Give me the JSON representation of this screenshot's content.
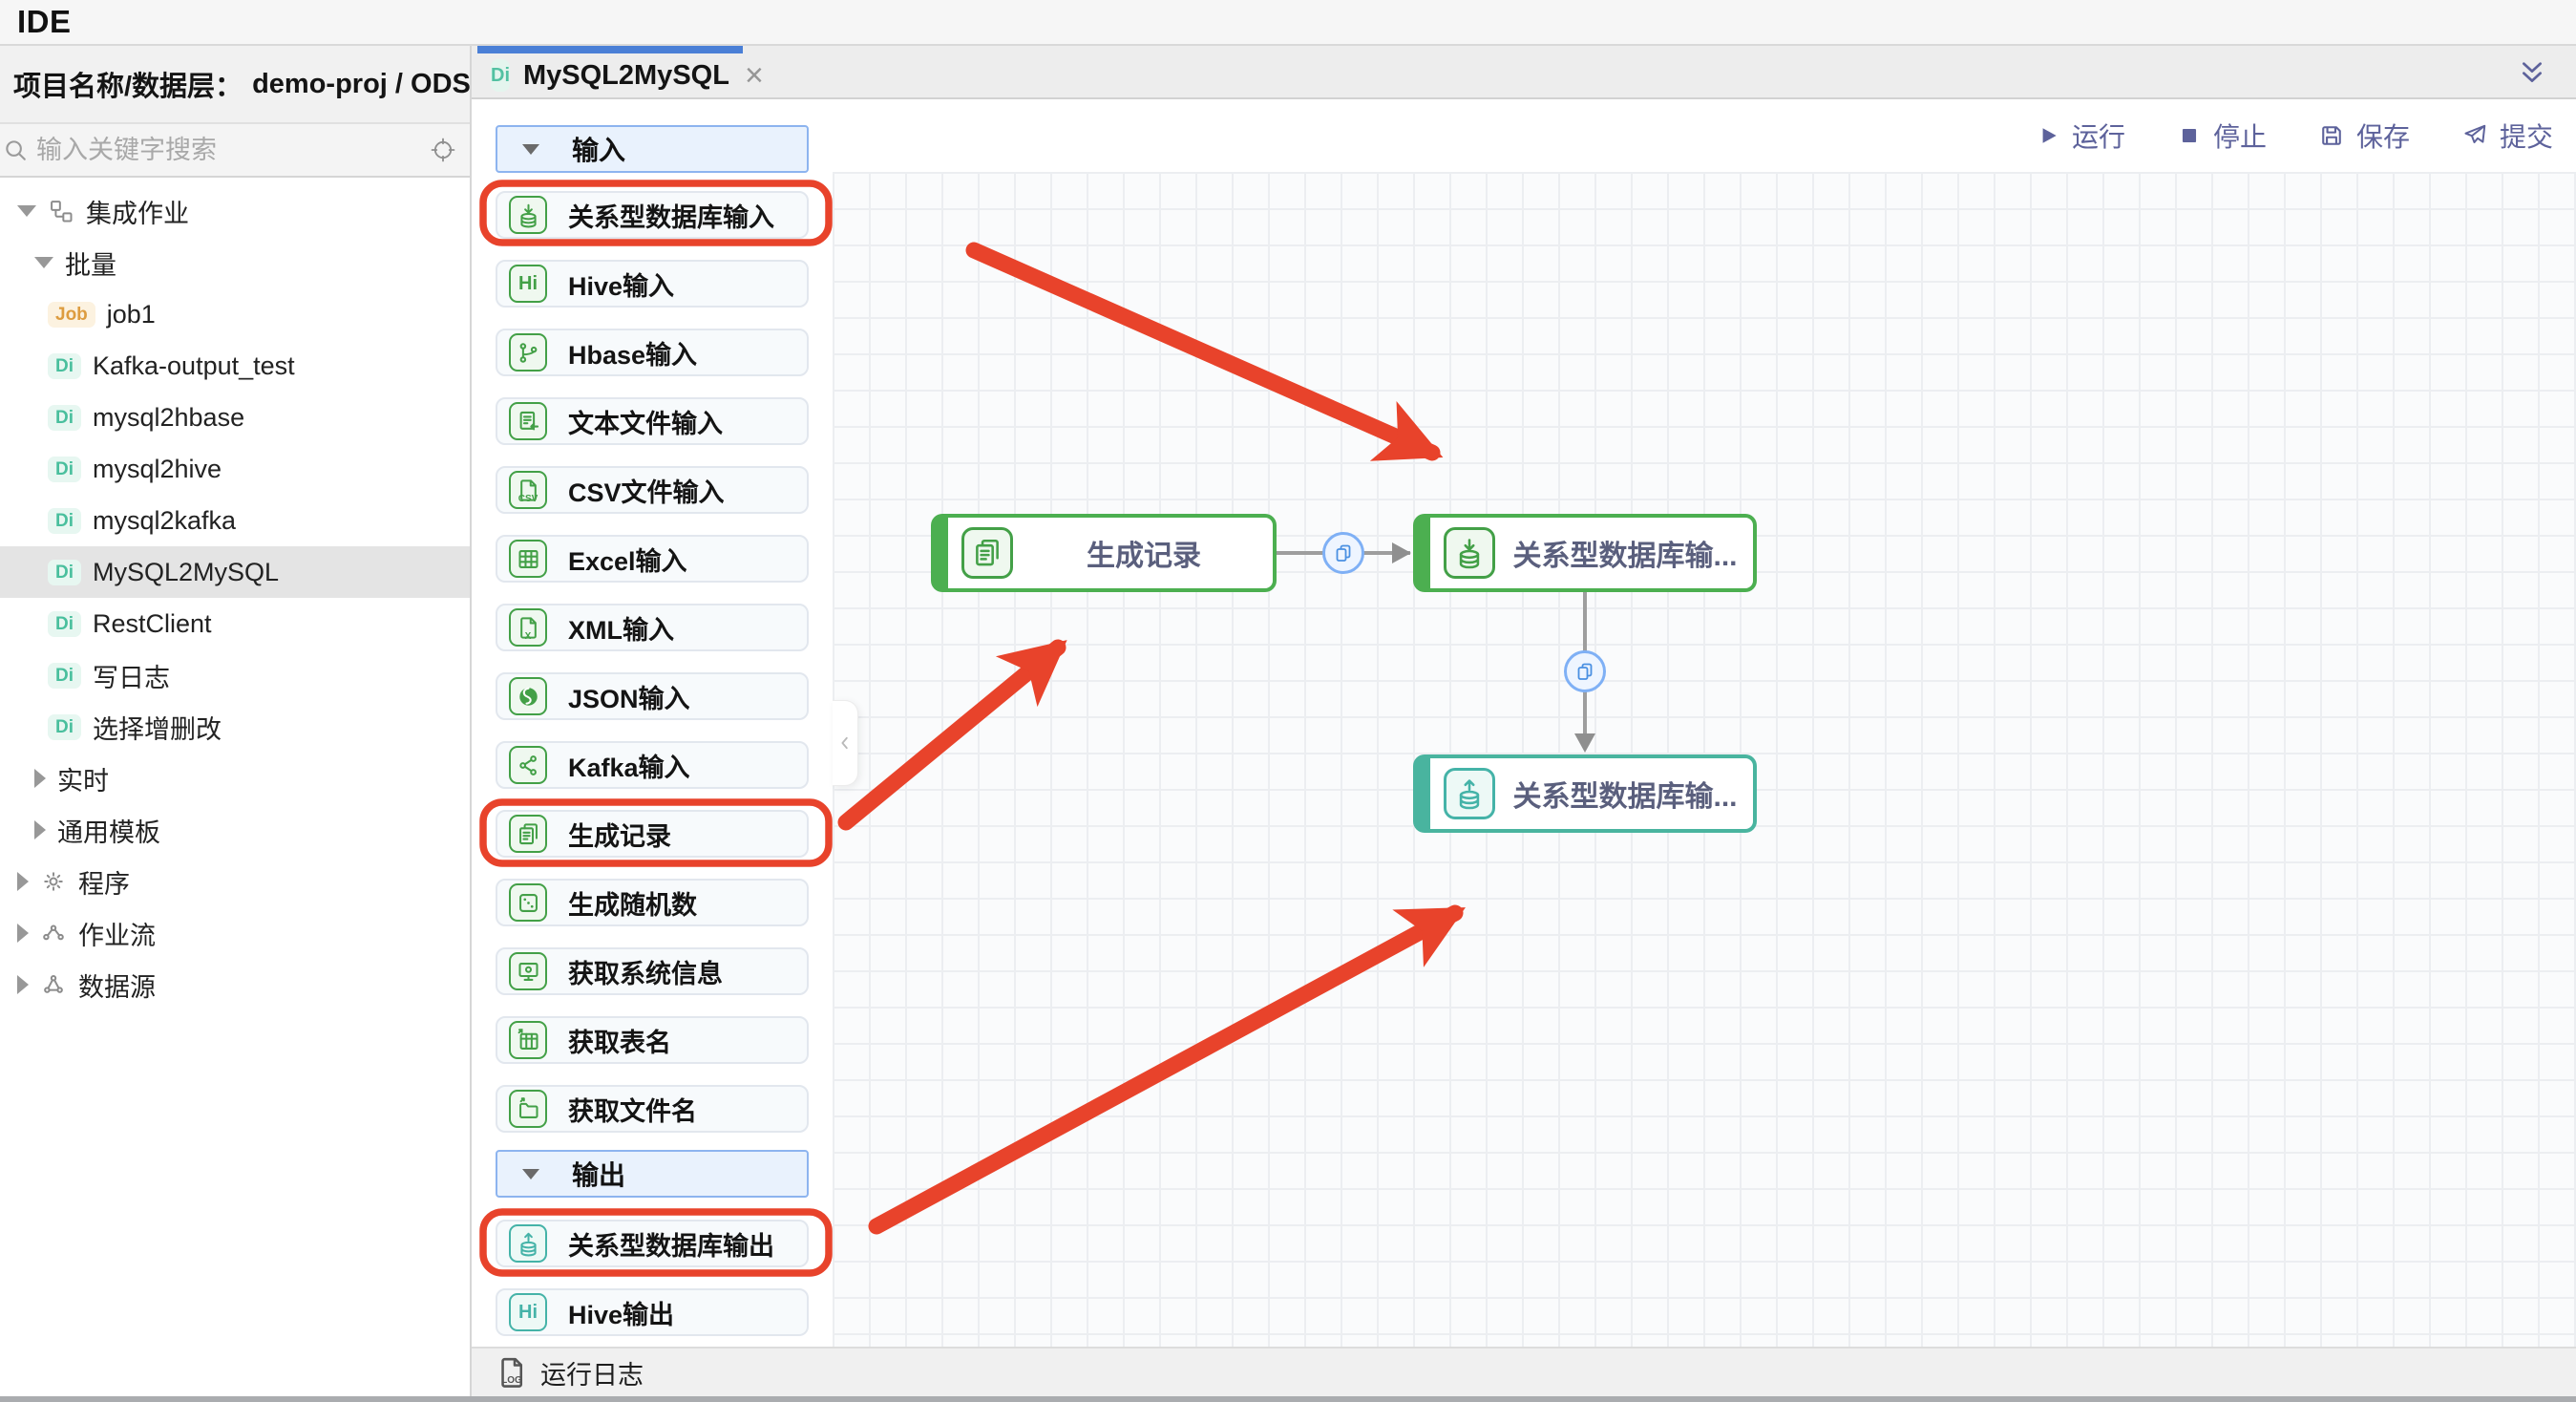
{
  "app": {
    "title": "IDE"
  },
  "sidebar": {
    "header_label": "项目名称/数据层：",
    "header_value": "demo-proj / ODS",
    "search_placeholder": "输入关键字搜索",
    "tree": [
      {
        "label": "集成作业"
      },
      {
        "label": "批量"
      },
      {
        "label": "job1",
        "badge": "Job"
      },
      {
        "label": "Kafka-output_test",
        "badge": "Di"
      },
      {
        "label": "mysql2hbase",
        "badge": "Di"
      },
      {
        "label": "mysql2hive",
        "badge": "Di"
      },
      {
        "label": "mysql2kafka",
        "badge": "Di"
      },
      {
        "label": "MySQL2MySQL",
        "badge": "Di"
      },
      {
        "label": "RestClient",
        "badge": "Di"
      },
      {
        "label": "写日志",
        "badge": "Di"
      },
      {
        "label": "选择增删改",
        "badge": "Di"
      },
      {
        "label": "实时"
      },
      {
        "label": "通用模板"
      },
      {
        "label": "程序"
      },
      {
        "label": "作业流"
      },
      {
        "label": "数据源"
      }
    ]
  },
  "tab": {
    "badge": "Di",
    "label": "MySQL2MySQL",
    "close": "×"
  },
  "toolbar": {
    "run": "运行",
    "stop": "停止",
    "save": "保存",
    "submit": "提交"
  },
  "palette": {
    "input_header": "输入",
    "output_header": "输出",
    "input_items": [
      {
        "label": "关系型数据库输入"
      },
      {
        "label": "Hive输入",
        "icon_text": "Hi"
      },
      {
        "label": "Hbase输入"
      },
      {
        "label": "文本文件输入"
      },
      {
        "label": "CSV文件输入",
        "icon_text": "CSV"
      },
      {
        "label": "Excel输入"
      },
      {
        "label": "XML输入",
        "icon_text": "X"
      },
      {
        "label": "JSON输入"
      },
      {
        "label": "Kafka输入"
      },
      {
        "label": "生成记录"
      },
      {
        "label": "生成随机数"
      },
      {
        "label": "获取系统信息"
      },
      {
        "label": "获取表名"
      },
      {
        "label": "获取文件名"
      }
    ],
    "output_items": [
      {
        "label": "关系型数据库输出"
      },
      {
        "label": "Hive输出",
        "icon_text": "Hi"
      }
    ]
  },
  "canvas": {
    "nodes": [
      {
        "label": "生成记录"
      },
      {
        "label": "关系型数据库输..."
      },
      {
        "label": "关系型数据库输..."
      }
    ]
  },
  "statusbar": {
    "log_label": "运行日志",
    "log_icon_text": "LOG"
  },
  "colors": {
    "accent_blue": "#4a7fd6",
    "node_green": "#4caf50",
    "node_teal": "#49b49f",
    "annotation_red": "#e8432b"
  }
}
